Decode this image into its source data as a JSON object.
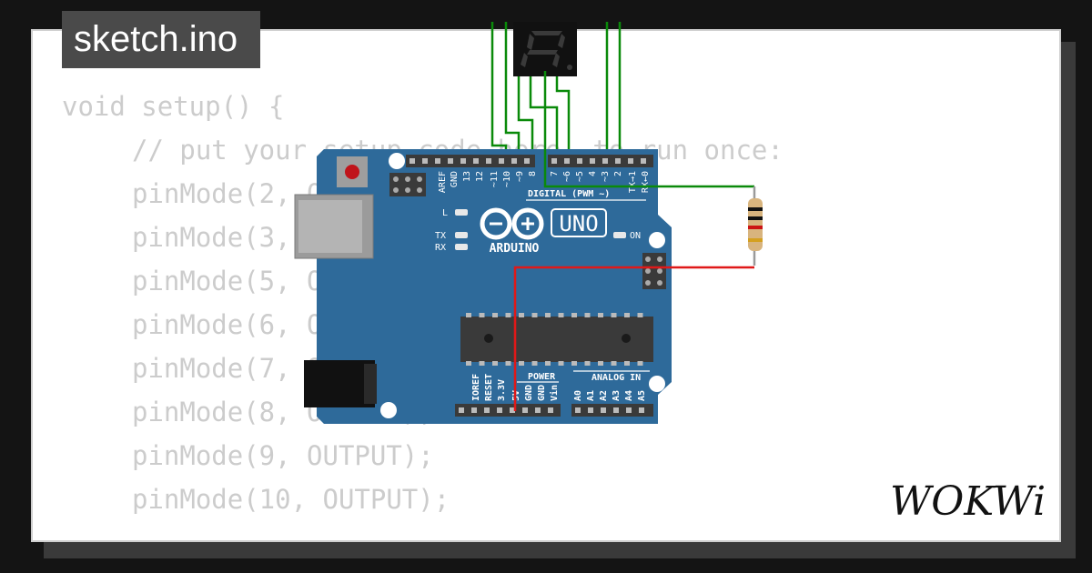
{
  "tab": {
    "filename": "sketch.ino"
  },
  "code": {
    "lines": [
      {
        "text": "void setup() {",
        "indent": 0
      },
      {
        "text": "// put your setup code here, to run once:",
        "indent": 1
      },
      {
        "text": "pinMode(2, OUTPUT);",
        "indent": 1
      },
      {
        "text": "pinMode(3, OUTPUT);",
        "indent": 1
      },
      {
        "text": "pinMode(5, OUTPUT);",
        "indent": 1
      },
      {
        "text": "pinMode(6, OUTPUT);",
        "indent": 1
      },
      {
        "text": "pinMode(7, OUTPUT);",
        "indent": 1
      },
      {
        "text": "pinMode(8, OUTPUT);",
        "indent": 1
      },
      {
        "text": "pinMode(9, OUTPUT);",
        "indent": 1
      },
      {
        "text": "pinMode(10, OUTPUT);",
        "indent": 1
      }
    ]
  },
  "board": {
    "brand": "ARDUINO",
    "model": "UNO",
    "digital_label": "DIGITAL (PWM ~)",
    "power_label": "POWER",
    "analog_label": "ANALOG IN",
    "led_l": "L",
    "led_tx": "TX",
    "led_rx": "RX",
    "led_on": "ON",
    "top_pins": [
      "AREF",
      "GND",
      "13",
      "12",
      "~11",
      "~10",
      "~9",
      "8",
      "7",
      "~6",
      "~5",
      "4",
      "~3",
      "2",
      "TX→1",
      "RX←0"
    ],
    "power_pins": [
      "IOREF",
      "RESET",
      "3.3V",
      "5V",
      "GND",
      "GND",
      "Vin"
    ],
    "analog_pins": [
      "A0",
      "A1",
      "A2",
      "A3",
      "A4",
      "A5"
    ],
    "color": "#2e6a9a"
  },
  "wires": {
    "digital_color": "#0a8a0a",
    "power_color": "#e01818"
  },
  "logo": {
    "text": "WOKWi"
  }
}
